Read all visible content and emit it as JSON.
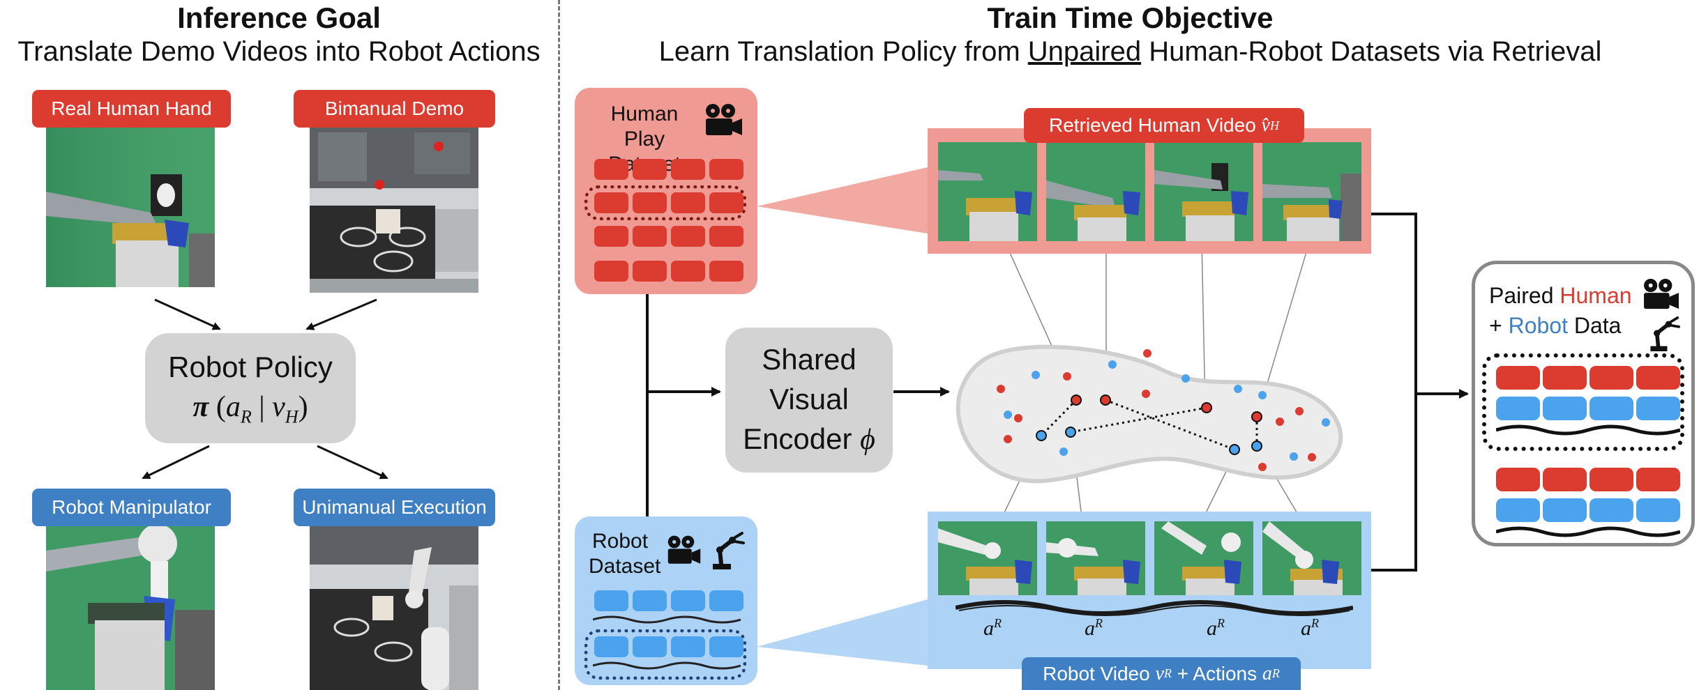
{
  "left": {
    "title": "Inference Goal",
    "subtitle": "Translate Demo Videos into Robot Actions",
    "tags": {
      "real_human_hand": "Real Human Hand",
      "bimanual_demo": "Bimanual Demo",
      "robot_manipulator": "Robot Manipulator",
      "unimanual_execution": "Unimanual Execution"
    },
    "policy": {
      "line1": "Robot Policy",
      "pi": "π",
      "expr_open": "(",
      "a": "a",
      "a_sub": "R",
      "bar": "|",
      "v": "v",
      "v_sub": "H",
      "expr_close": ")"
    }
  },
  "right": {
    "title": "Train Time Objective",
    "subtitle_pre": "Learn Translation Policy from ",
    "subtitle_underlined": "Unpaired",
    "subtitle_post": " Human-Robot Datasets via Retrieval",
    "human_dataset": {
      "line1": "Human Play",
      "line2": "Dataset"
    },
    "robot_dataset": {
      "line1": "Robot",
      "line2": "Dataset"
    },
    "encoder": {
      "line1": "Shared",
      "line2": "Visual",
      "line3": "Encoder",
      "phi": "ϕ"
    },
    "retrieved_tag": {
      "text": "Retrieved Human Video",
      "var": "v̂",
      "sub": "H"
    },
    "robot_tag": {
      "text1": "Robot Video",
      "var1": "v",
      "sub1": "R",
      "text2": " + Actions",
      "var2": "a",
      "sub2": "R"
    },
    "action_label": {
      "base": "a",
      "sup": "R"
    },
    "paired": {
      "line1_pre": "Paired ",
      "human": "Human",
      "line2_pre": "+ ",
      "robot": "Robot",
      "line2_post": " Data"
    }
  },
  "colors": {
    "red": "#dc3b2f",
    "blue": "#4ba3ee",
    "tag_blue": "#3f7fc3",
    "human_panel": "#ef9a92",
    "robot_panel": "#acd2f5",
    "gray_box": "#d3d3d3"
  }
}
